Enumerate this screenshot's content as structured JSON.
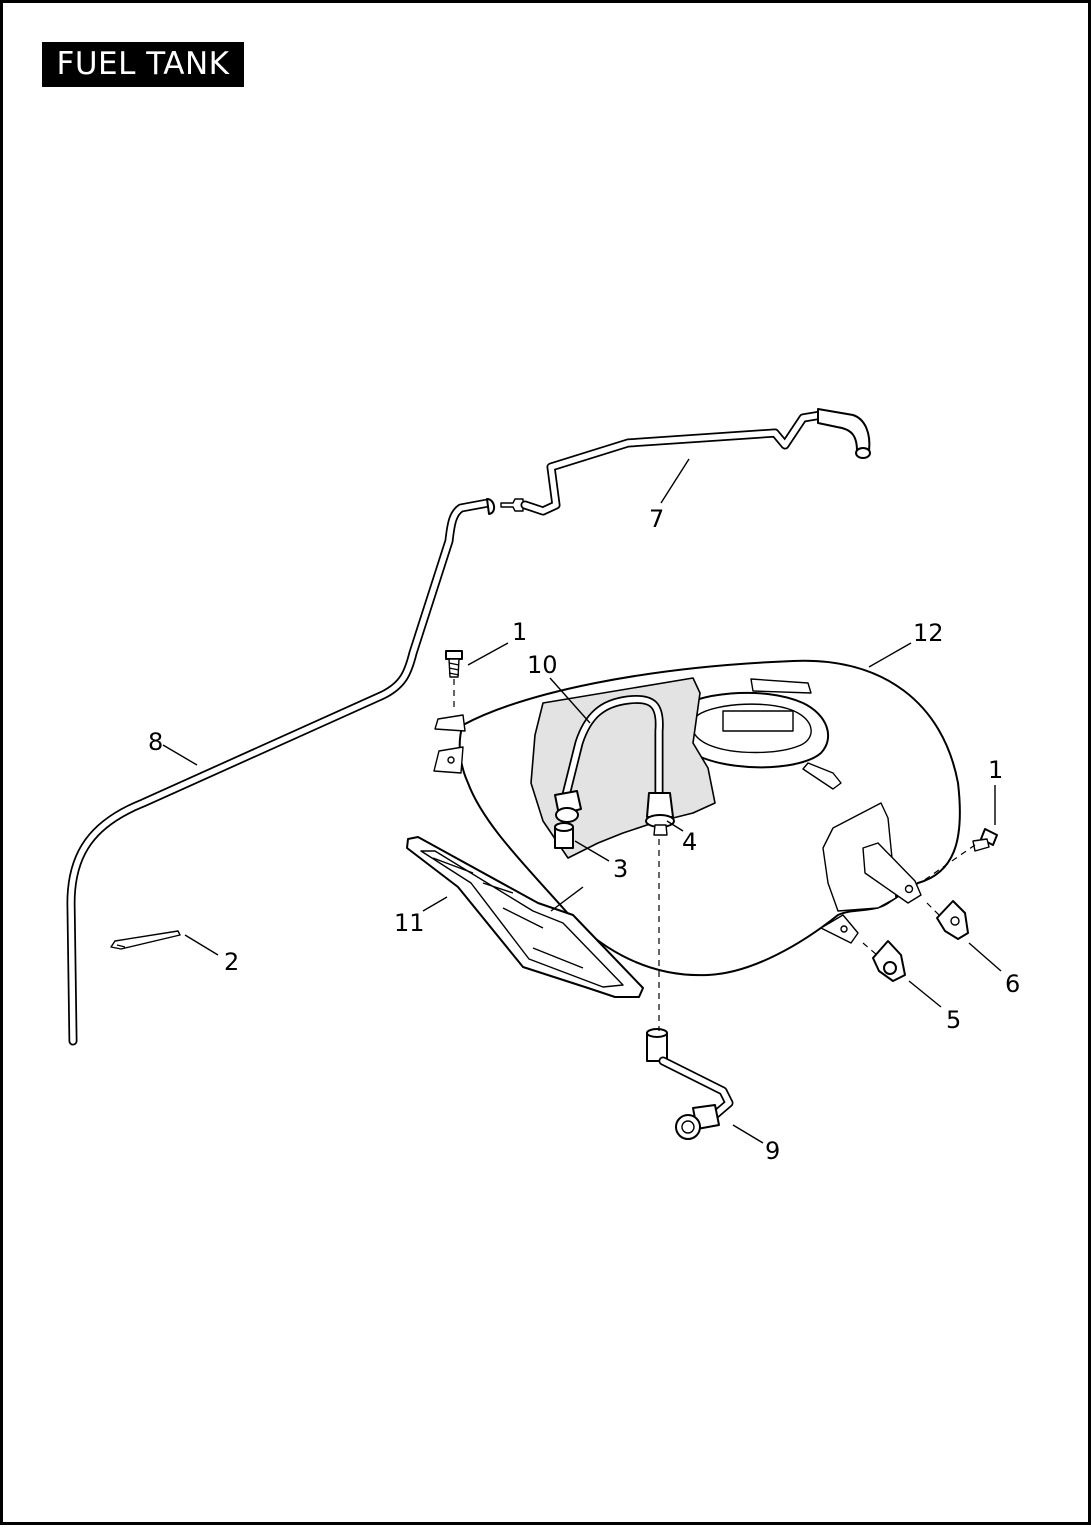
{
  "title": "FUEL TANK",
  "callouts": [
    "1",
    "10",
    "12",
    "1",
    "8",
    "7",
    "4",
    "3",
    "11",
    "2",
    "6",
    "5",
    "9"
  ]
}
